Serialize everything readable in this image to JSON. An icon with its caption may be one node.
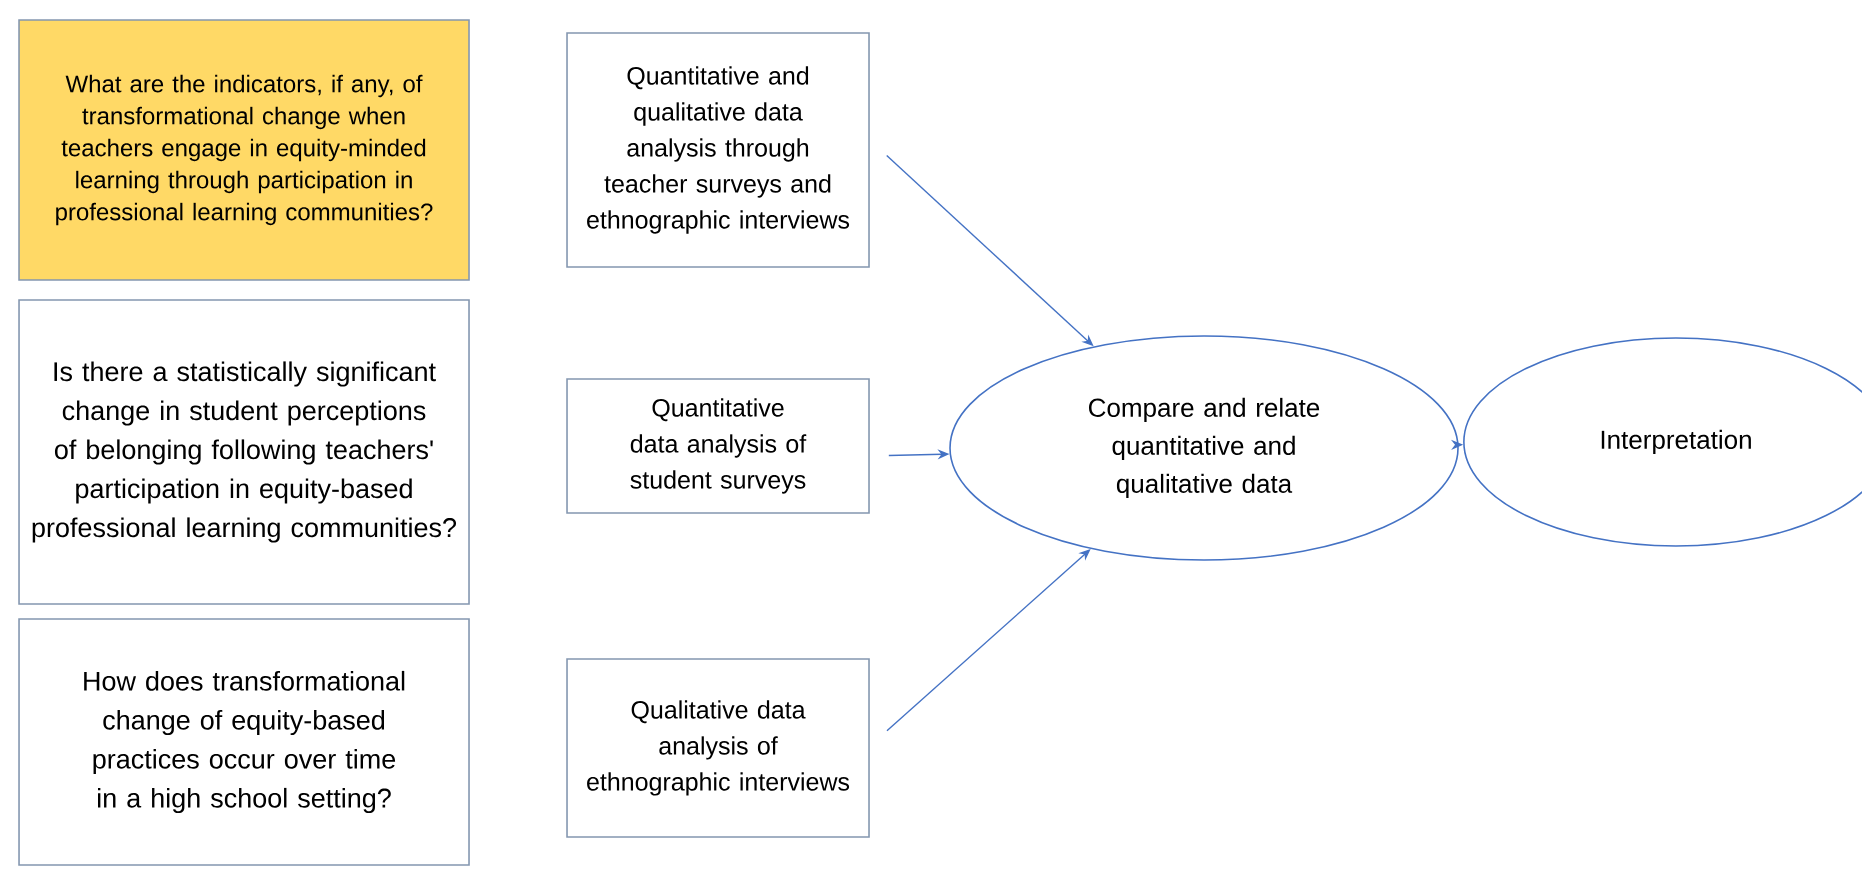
{
  "diagram": {
    "nodes": [
      {
        "text": [
          "What are the indicators, if any, of transformational change when teachers engage in equity-minded learning through participation in professional learning communities?"
        ]
      },
      {
        "text": [
          "Is there a statistically significant change in student perceptions of belonging following teachers' participation in equity-based professional learning communities?"
        ]
      },
      {
        "text": [
          "How does transformational change of equity-based practices occur over time in a high school setting?"
        ]
      },
      {
        "text": [
          "Quantitative and qualitative data analysis through teacher surveys and ethnographic interviews"
        ]
      },
      {
        "text": [
          "Quantitative data analysis of student surveys"
        ]
      },
      {
        "text": [
          "Qualitative data analysis of ethnographic interviews"
        ]
      },
      {
        "text": [
          "Compare and relate quantitative and qualitative data"
        ]
      },
      {
        "text": [
          "Interpretation"
        ]
      }
    ],
    "edges": [
      {
        "from": 3,
        "to": 6,
        "arrow": "to"
      },
      {
        "from": 4,
        "to": 6,
        "arrow": "to"
      },
      {
        "from": 5,
        "to": 6,
        "arrow": "to"
      },
      {
        "from": 6,
        "to": 7,
        "arrow": "to"
      }
    ]
  }
}
